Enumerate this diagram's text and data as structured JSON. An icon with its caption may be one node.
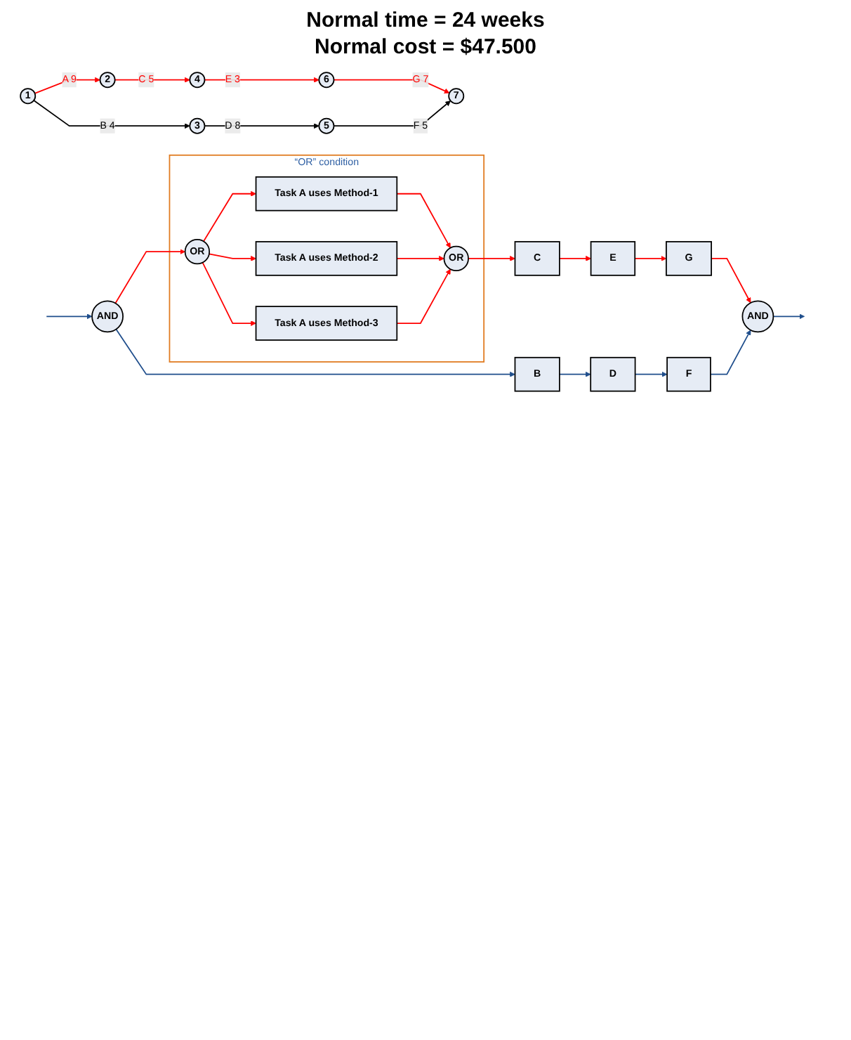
{
  "diagram": {
    "nodes": [
      {
        "text": [
          "1"
        ]
      },
      {
        "text": [
          "2"
        ]
      },
      {
        "text": [
          "3"
        ]
      },
      {
        "text": [
          "4"
        ]
      },
      {
        "text": [
          "5"
        ]
      },
      {
        "text": [
          "6"
        ]
      },
      {
        "text": [
          "7"
        ]
      },
      {
        "text": [
          "AND"
        ]
      },
      {
        "text": [
          "“OR” condition"
        ]
      },
      {
        "text": [
          "OR"
        ],
        "in": 8
      },
      {
        "text": [
          "Task A uses Method-1"
        ],
        "in": 8
      },
      {
        "text": [
          "Task A uses Method-2"
        ],
        "in": 8
      },
      {
        "text": [
          "Task A uses Method-3"
        ],
        "in": 8
      },
      {
        "text": [
          "OR"
        ],
        "in": 8
      },
      {
        "text": [
          "C"
        ]
      },
      {
        "text": [
          "E"
        ]
      },
      {
        "text": [
          "G"
        ]
      },
      {
        "text": [
          "AND"
        ]
      },
      {
        "text": [
          "B"
        ]
      },
      {
        "text": [
          "D"
        ]
      },
      {
        "text": [
          "F"
        ]
      }
    ],
    "edges": [
      {
        "from": 0,
        "to": 1,
        "arrow": "to",
        "label": "A 9",
        "color": "#ff0000"
      },
      {
        "from": 0,
        "to": 2,
        "arrow": "to",
        "label": "B 4",
        "color": "#000000"
      },
      {
        "from": 1,
        "to": 3,
        "arrow": "to",
        "label": "C 5",
        "color": "#ff0000"
      },
      {
        "from": 3,
        "to": 5,
        "arrow": "to",
        "label": "E 3",
        "color": "#ff0000"
      },
      {
        "from": 2,
        "to": 4,
        "arrow": "to",
        "label": "D 8",
        "color": "#000000"
      },
      {
        "from": 5,
        "to": 6,
        "arrow": "to",
        "label": "G 7",
        "color": "#ff0000"
      },
      {
        "from": 4,
        "to": 6,
        "arrow": "to",
        "label": "F 5",
        "color": "#000000"
      },
      {
        "from": null,
        "to": 7,
        "arrow": "to",
        "color": "#1f4e8c"
      },
      {
        "from": 7,
        "to": 9,
        "arrow": "to",
        "color": "#ff0000"
      },
      {
        "from": 9,
        "to": 10,
        "arrow": "to",
        "color": "#ff0000"
      },
      {
        "from": 9,
        "to": 11,
        "arrow": "to",
        "color": "#ff0000"
      },
      {
        "from": 9,
        "to": 12,
        "arrow": "to",
        "color": "#ff0000"
      },
      {
        "from": 10,
        "to": 13,
        "arrow": "to",
        "color": "#ff0000"
      },
      {
        "from": 11,
        "to": 13,
        "arrow": "to",
        "color": "#ff0000"
      },
      {
        "from": 12,
        "to": 13,
        "arrow": "to",
        "color": "#ff0000"
      },
      {
        "from": 13,
        "to": 14,
        "arrow": "to",
        "color": "#ff0000"
      },
      {
        "from": 14,
        "to": 15,
        "arrow": "to",
        "color": "#ff0000"
      },
      {
        "from": 15,
        "to": 16,
        "arrow": "to",
        "color": "#ff0000"
      },
      {
        "from": 16,
        "to": 17,
        "arrow": "to",
        "color": "#ff0000"
      },
      {
        "from": 7,
        "to": 18,
        "arrow": "to",
        "color": "#1f4e8c"
      },
      {
        "from": 18,
        "to": 19,
        "arrow": "to",
        "color": "#1f4e8c"
      },
      {
        "from": 19,
        "to": 20,
        "arrow": "to",
        "color": "#1f4e8c"
      },
      {
        "from": 20,
        "to": 17,
        "arrow": "to",
        "color": "#1f4e8c"
      },
      {
        "from": 17,
        "to": null,
        "arrow": "to",
        "color": "#1f4e8c"
      }
    ],
    "labels": [
      "Normal time = 24 weeks",
      "Normal cost = $47.500"
    ]
  }
}
